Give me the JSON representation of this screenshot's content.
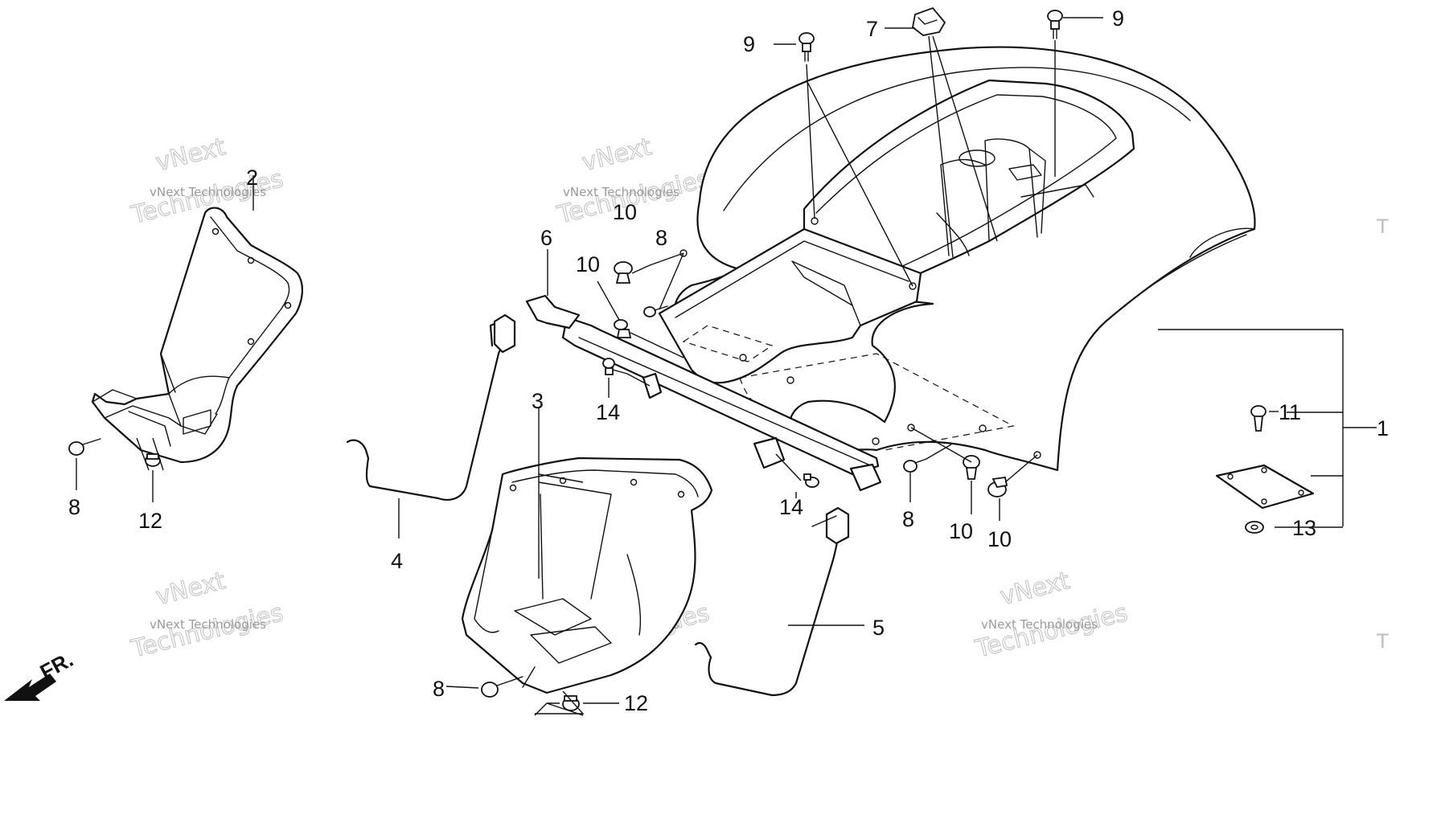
{
  "callouts": {
    "c1": "1",
    "c2": "2",
    "c3": "3",
    "c4": "4",
    "c5": "5",
    "c6": "6",
    "c7": "7",
    "c8a": "8",
    "c8b": "8",
    "c8c": "8",
    "c8d": "8",
    "c9a": "9",
    "c9b": "9",
    "c10a": "10",
    "c10b": "10",
    "c10c": "10",
    "c10d": "10",
    "c11": "11",
    "c12a": "12",
    "c12b": "12",
    "c13": "13",
    "c14a": "14",
    "c14b": "14"
  },
  "direction_label": "FR.",
  "watermark": {
    "line1": "vNext",
    "line2": "vNext Technologies",
    "line3": "Technologies",
    "edge": "T"
  }
}
